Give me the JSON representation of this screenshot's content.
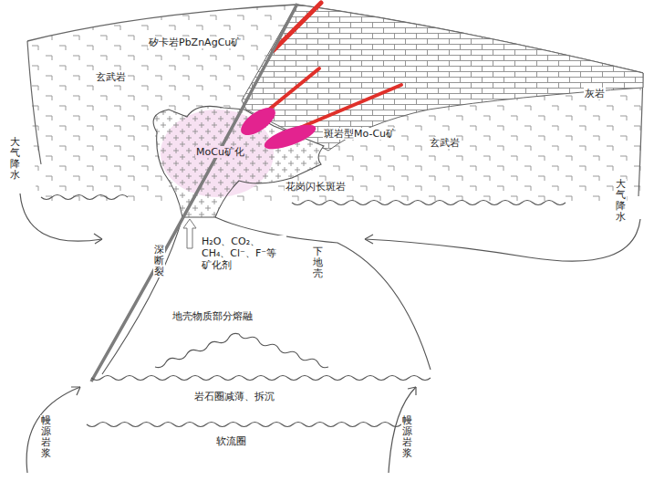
{
  "diagram": {
    "labels": [
      "矽卡岩PbZnAgCu矿",
      "玄武岩",
      "灰岩",
      "MoCu矿化",
      "斑岩型Mo-Cu矿",
      "玄武岩",
      "花岗闪长斑岩",
      "大气降水",
      "大气降水",
      "深断裂",
      "H₂O、CO₂、CH₄、Cl⁻、F⁻等矿化剂",
      "下地壳",
      "地壳物质部分熔融",
      "岩石圈减薄、拆沉",
      "软流圈",
      "幔源岩浆",
      "幔源岩浆"
    ]
  }
}
